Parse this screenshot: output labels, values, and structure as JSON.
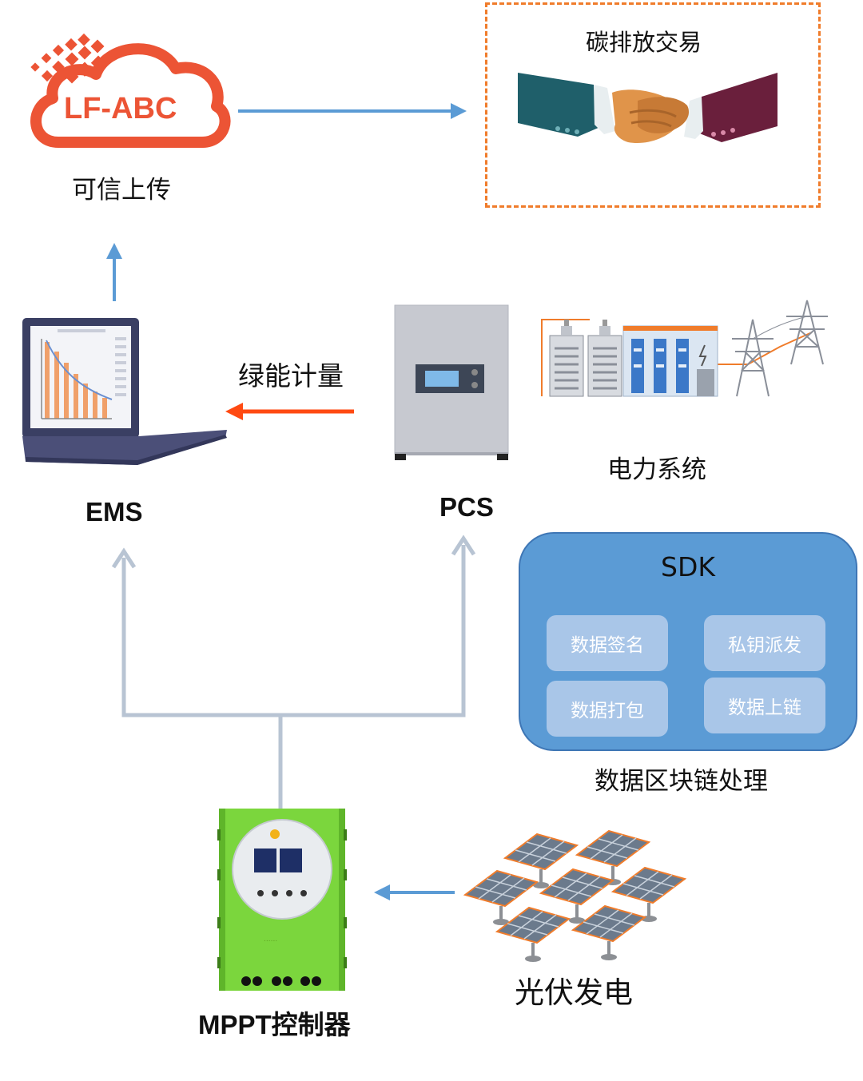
{
  "nodes": {
    "cloud": {
      "logo_text": "LF-ABC",
      "label": "可信上传"
    },
    "carbon": {
      "label": "碳排放交易"
    },
    "ems": {
      "label": "EMS",
      "chart_note": ""
    },
    "pcs": {
      "label": "PCS"
    },
    "power": {
      "label": "电力系统"
    },
    "mppt": {
      "label": "MPPT控制器"
    },
    "pv": {
      "label": "光伏发电"
    }
  },
  "edges": {
    "green_metering": {
      "label": "绿能计量"
    }
  },
  "sdk": {
    "title": "SDK",
    "items": [
      "数据签名",
      "私钥派发",
      "数据打包",
      "数据上链"
    ],
    "caption": "数据区块链处理"
  },
  "colors": {
    "blue_arrow": "#5b9bd5",
    "orange_arrow": "#ff4a12",
    "gray_arrow": "#b8c4d3",
    "dash": "#f07c2b",
    "sdk_fill": "#5b9bd5",
    "sdk_button": "#a9c6e8",
    "logo_red": "#ec5435",
    "mppt_green": "#7bd63d"
  }
}
